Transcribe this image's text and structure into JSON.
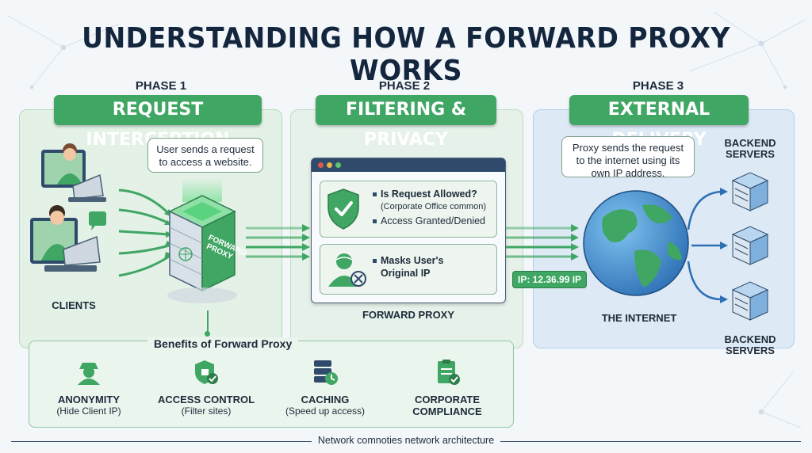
{
  "title": "UNDERSTANDING HOW A FORWARD PROXY WORKS",
  "phases": [
    {
      "label": "PHASE 1",
      "banner": "REQUEST INTERCEPTION"
    },
    {
      "label": "PHASE 2",
      "banner": "FILTERING & PRIVACY"
    },
    {
      "label": "PHASE 3",
      "banner": "EXTERNAL DELIVERY"
    }
  ],
  "phase1": {
    "bubble": "User sends a request to access a website.",
    "clients_label": "CLIENTS",
    "proxy_box_text": "FORWARD PROXY"
  },
  "phase2": {
    "check_title": "Is Request Allowed?",
    "check_sub": "(Corporate Office common)",
    "check_result": "Access Granted/Denied",
    "mask_line1": "Masks User's",
    "mask_line2": "Original IP",
    "caption": "FORWARD PROXY",
    "ip_badge": "IP: 12.36.99 IP"
  },
  "phase3": {
    "bubble": "Proxy sends the request to the internet using its own IP address.",
    "internet_label": "THE INTERNET",
    "servers_top_label": "BACKEND SERVERS",
    "servers_bottom_label": "BACKEND SERVERS"
  },
  "benefits": {
    "title": "Benefits of Forward Proxy",
    "items": [
      {
        "title": "ANONYMITY",
        "sub": "(Hide Client IP)",
        "icon": "anonymity-icon"
      },
      {
        "title": "ACCESS CONTROL",
        "sub": "(Filter sites)",
        "icon": "access-control-icon"
      },
      {
        "title": "CACHING",
        "sub": "(Speed up access)",
        "icon": "caching-icon"
      },
      {
        "title": "CORPORATE",
        "sub": "COMPLIANCE",
        "icon": "compliance-icon"
      }
    ]
  },
  "footer": "Network comnoties network architecture",
  "colors": {
    "accent": "#3fa663",
    "navy": "#2f4a6b",
    "title": "#14263d"
  }
}
